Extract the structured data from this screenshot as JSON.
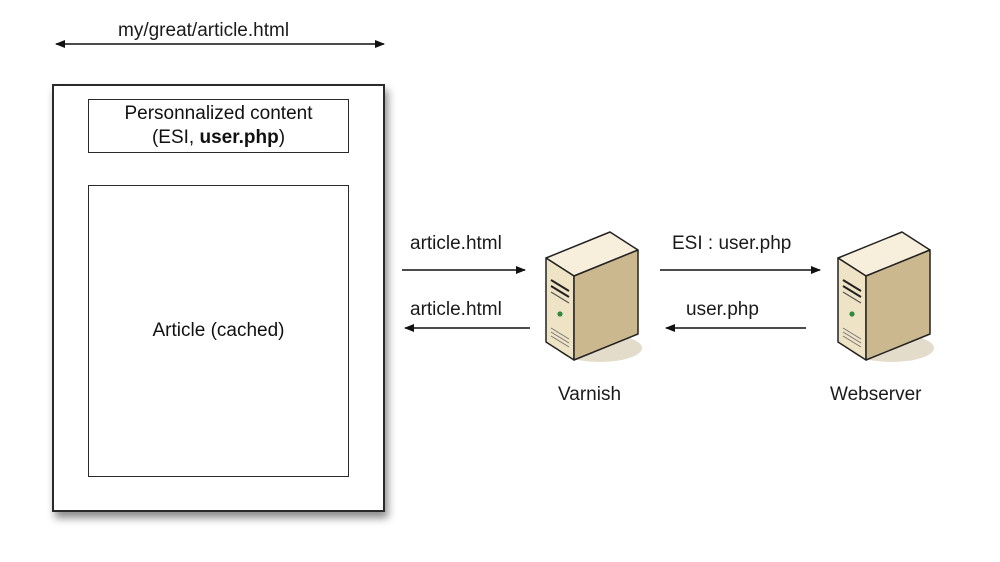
{
  "url_label": "my/great/article.html",
  "page": {
    "esi_line1": "Personnalized content",
    "esi_line2_prefix": "(ESI, ",
    "esi_line2_bold": "user.php",
    "esi_line2_suffix": ")",
    "article_label": "Article (cached)"
  },
  "flows": {
    "req_to_varnish": "article.html",
    "resp_from_varnish": "article.html",
    "req_to_webserver": "ESI : user.php",
    "resp_from_webserver": "user.php"
  },
  "servers": {
    "varnish": "Varnish",
    "webserver": "Webserver"
  },
  "colors": {
    "server_front": "#efe3c6",
    "server_side": "#ccb88f",
    "server_top": "#f7eedb",
    "server_shadow": "#e4dccb",
    "led": "#2f8a3c",
    "stroke": "#222222"
  }
}
